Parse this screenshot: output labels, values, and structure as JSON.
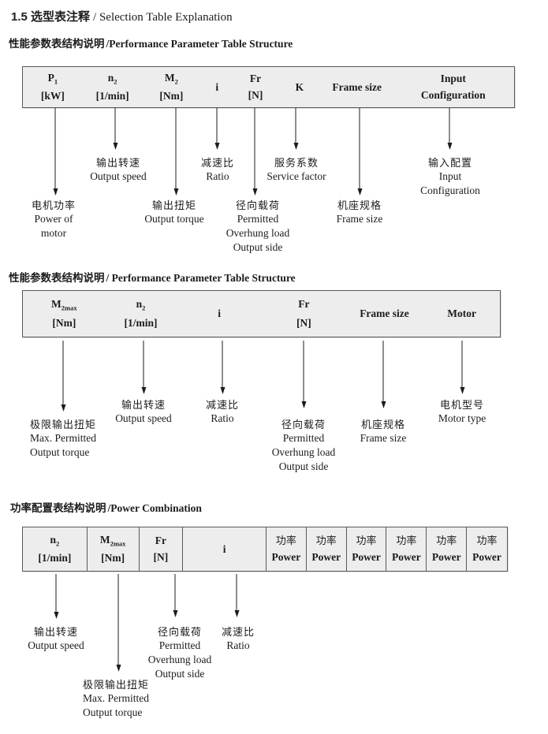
{
  "colors": {
    "table-fill": "#ededed",
    "table-border": "#59595b",
    "ink": "#1c1c1c"
  },
  "title": {
    "cn": "1.5 选型表注释",
    "en": "/ Selection Table Explanation"
  },
  "section1": {
    "heading_cn": "性能参数表结构说明",
    "heading_en": "/Performance Parameter Table Structure",
    "table": {
      "cols": [
        {
          "base": "P",
          "sub": "1",
          "unit": "[kW]"
        },
        {
          "base": "n",
          "sub": "2",
          "unit": "[1/min]"
        },
        {
          "base": "M",
          "sub": "2",
          "unit": "[Nm]"
        },
        {
          "base": "i"
        },
        {
          "base": "Fr",
          "unit": "[N]"
        },
        {
          "base": "K"
        },
        {
          "base": "Frame size"
        },
        {
          "line1": "Input",
          "line2": "Configuration"
        }
      ]
    },
    "callouts": {
      "output_speed": {
        "cn": "输出转速",
        "en": "Output speed"
      },
      "ratio": {
        "cn": "减速比",
        "en": "Ratio"
      },
      "service_factor": {
        "cn": "服务系数",
        "en": "Service factor"
      },
      "input_config": {
        "cn": "输入配置",
        "en1": "Input",
        "en2": "Configuration"
      },
      "motor_power": {
        "cn": "电机功率",
        "en1": "Power of",
        "en2": "motor"
      },
      "output_torque": {
        "cn": "输出扭矩",
        "en": "Output torque"
      },
      "overhung_load": {
        "cn": "径向载荷",
        "en1": "Permitted",
        "en2": "Overhung load",
        "en3": "Output side"
      },
      "frame_size": {
        "cn": "机座规格",
        "en": "Frame size"
      }
    }
  },
  "section2": {
    "heading_cn": "性能参数表结构说明",
    "heading_en": "/ Performance Parameter Table Structure",
    "table": {
      "cols": [
        {
          "base": "M",
          "sub": "2max",
          "unit": "[Nm]"
        },
        {
          "base": "n",
          "sub": "2",
          "unit": "[1/min]"
        },
        {
          "base": "i"
        },
        {
          "base": "Fr",
          "unit": "[N]"
        },
        {
          "base": "Frame size"
        },
        {
          "base": "Motor"
        }
      ]
    },
    "callouts": {
      "max_torque": {
        "cn": "极限输出扭矩",
        "en1": "Max. Permitted",
        "en2": "Output torque"
      },
      "output_speed": {
        "cn": "输出转速",
        "en": "Output speed"
      },
      "ratio": {
        "cn": "减速比",
        "en": "Ratio"
      },
      "overhung_load": {
        "cn": "径向载荷",
        "en1": "Permitted",
        "en2": "Overhung load",
        "en3": "Output side"
      },
      "frame_size": {
        "cn": "机座规格",
        "en": "Frame size"
      },
      "motor_type": {
        "cn": "电机型号",
        "en": "Motor type"
      }
    }
  },
  "section3": {
    "heading_cn": "功率配置表结构说明",
    "heading_en": "/Power Combination",
    "table": {
      "cols": [
        {
          "base": "n",
          "sub": "2",
          "unit": "[1/min]"
        },
        {
          "base": "M",
          "sub": "2max",
          "unit": "[Nm]"
        },
        {
          "base": "Fr",
          "unit": "[N]"
        },
        {
          "base": "i"
        }
      ],
      "power_cols": [
        {
          "cn": "功率",
          "en": "Power"
        },
        {
          "cn": "功率",
          "en": "Power"
        },
        {
          "cn": "功率",
          "en": "Power"
        },
        {
          "cn": "功率",
          "en": "Power"
        },
        {
          "cn": "功率",
          "en": "Power"
        },
        {
          "cn": "功率",
          "en": "Power"
        }
      ]
    },
    "callouts": {
      "output_speed": {
        "cn": "输出转速",
        "en": "Output speed"
      },
      "max_torque": {
        "cn": "极限输出扭矩",
        "en1": "Max. Permitted",
        "en2": "Output torque"
      },
      "overhung_load": {
        "cn": "径向载荷",
        "en1": "Permitted",
        "en2": "Overhung load",
        "en3": "Output side"
      },
      "ratio": {
        "cn": "减速比",
        "en": "Ratio"
      }
    }
  }
}
